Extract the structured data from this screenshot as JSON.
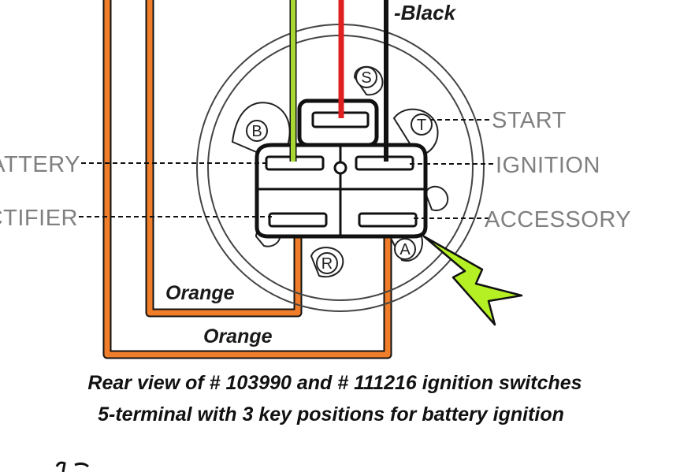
{
  "labels": {
    "black": "-Black",
    "start": "START",
    "ignition": "IGNITION",
    "accessory": "ACCESSORY",
    "battery": "ATTERY",
    "rectifier": "CTIFIER",
    "orange_inner": "Orange",
    "orange_outer": "Orange"
  },
  "terminals": {
    "b": "B",
    "s": "S",
    "t": "T",
    "r": "R",
    "a": "A"
  },
  "caption": {
    "line1": "Rear view of # 103990 and # 111216 ignition switches",
    "line2": "5-terminal with 3 key positions for battery ignition"
  },
  "colors": {
    "wire_orange": "#f07d2a",
    "wire_green": "#a8d832",
    "wire_red": "#e02020",
    "wire_black": "#111111",
    "arrow_green": "#b5f024",
    "label_gray": "#808080"
  },
  "icons": {
    "pointer_arrow": "lightning-arrow-icon"
  }
}
